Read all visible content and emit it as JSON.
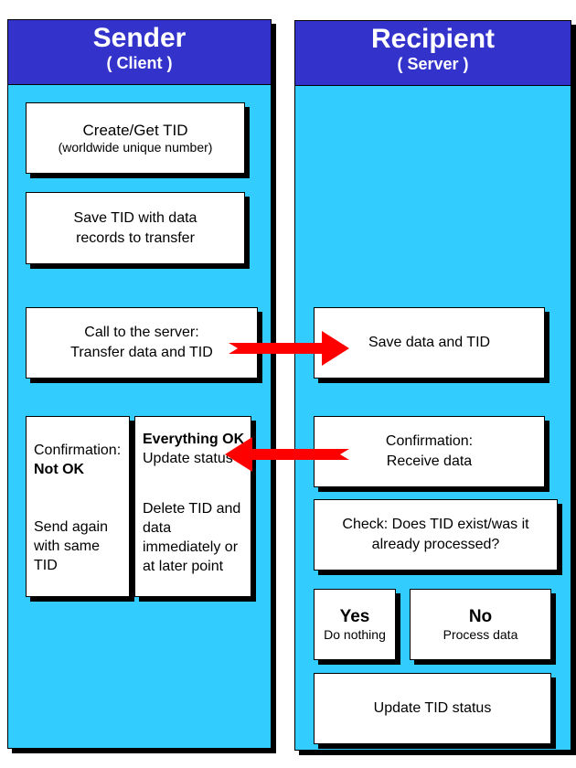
{
  "sender": {
    "title": "Sender",
    "subtitle": "( Client )"
  },
  "recipient": {
    "title": "Recipient",
    "subtitle": "( Server )"
  },
  "create_tid": {
    "title": "Create/Get TID",
    "note": "(worldwide unique number)"
  },
  "save_tid": {
    "line1": "Save TID with data",
    "line2": "records to transfer"
  },
  "call_server": {
    "line1": "Call to the server:",
    "line2": "Transfer data and TID"
  },
  "confirm_not_ok": {
    "line1": "Confirmation:",
    "line2": "Not OK",
    "line3": "Send again",
    "line4": "with same",
    "line5": "TID"
  },
  "everything_ok": {
    "line1": "Everything OK",
    "line2": "Update status",
    "line3": "Delete TID and",
    "line4": "data",
    "line5": "immediately or",
    "line6": "at later point"
  },
  "save_data": {
    "text": "Save data and TID"
  },
  "confirm_receive": {
    "line1": "Confirmation:",
    "line2": "Receive data"
  },
  "check": {
    "line1": "Check: Does TID exist/was it",
    "line2": "already processed?"
  },
  "yes": {
    "title": "Yes",
    "note": "Do nothing"
  },
  "no": {
    "title": "No",
    "note": "Process data"
  },
  "update_tid": {
    "text": "Update TID status"
  },
  "colors": {
    "lane_fill": "#33ccff",
    "header_fill": "#3333cc",
    "arrow": "#ff0000"
  }
}
